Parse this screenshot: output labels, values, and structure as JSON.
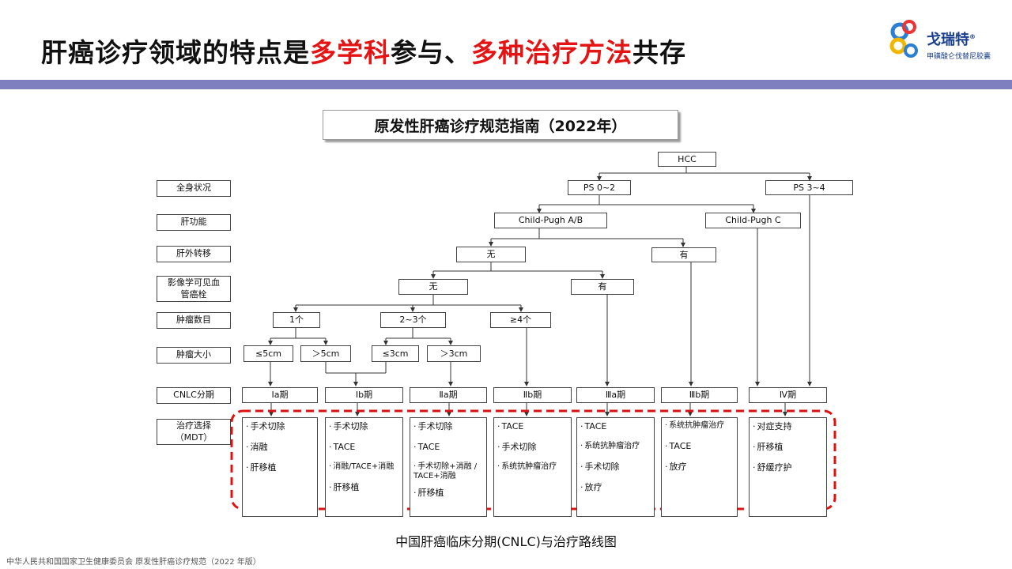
{
  "title": {
    "part1": "肝癌诊疗领域的特点是",
    "part2": "多学科",
    "part3": "参与、",
    "part4": "多种治疗方法",
    "part5": "共存"
  },
  "logo": {
    "name": "戈瑞特",
    "mark": "®",
    "subtitle": "甲磺酸仑伐替尼胶囊"
  },
  "guide_title": "原发性肝癌诊疗规范指南（2022年）",
  "row_labels": [
    "全身状况",
    "肝功能",
    "肝外转移",
    "影像学可见血管癌栓",
    "肿瘤数目",
    "肿瘤大小",
    "CNLC分期",
    "治疗选择（MDT）"
  ],
  "nodes": {
    "hcc": "HCC",
    "ps02": "PS 0~2",
    "ps34": "PS 3~4",
    "cpab": "Child-Pugh A/B",
    "cpc": "Child-Pugh C",
    "meta_no": "无",
    "meta_yes": "有",
    "vasc_no": "无",
    "vasc_yes": "有",
    "num1": "1个",
    "num23": "2~3个",
    "num4": "≥4个",
    "s_le5": "≤5cm",
    "s_gt5": "＞5cm",
    "s_le3": "≤3cm",
    "s_gt3": "＞3cm"
  },
  "stages": [
    "Ⅰa期",
    "Ⅰb期",
    "Ⅱa期",
    "Ⅱb期",
    "Ⅲa期",
    "Ⅲb期",
    "Ⅳ期"
  ],
  "treatments": [
    [
      "手术切除",
      "消融",
      "肝移植"
    ],
    [
      "手术切除",
      "TACE",
      "消融/TACE+消融",
      "肝移植"
    ],
    [
      "手术切除",
      "TACE",
      "手术切除+消融 / TACE+消融",
      "肝移植"
    ],
    [
      "TACE",
      "手术切除",
      "系统抗肿瘤治疗"
    ],
    [
      "TACE",
      "系统抗肿瘤治疗",
      "手术切除",
      "放疗"
    ],
    [
      "系统抗肿瘤治疗",
      "TACE",
      "放疗"
    ],
    [
      "对症支持",
      "肝移植",
      "舒缓疗护"
    ]
  ],
  "caption": "中国肝癌临床分期(CNLC)与治疗路线图",
  "source": "中华人民共和国国家卫生健康委员会 原发性肝癌诊疗规范（2022 年版）",
  "colors": {
    "highlight": "#e41414",
    "bar": "#7f7fbf",
    "dashed": "#e01010",
    "brand": "#1a3f8f"
  }
}
